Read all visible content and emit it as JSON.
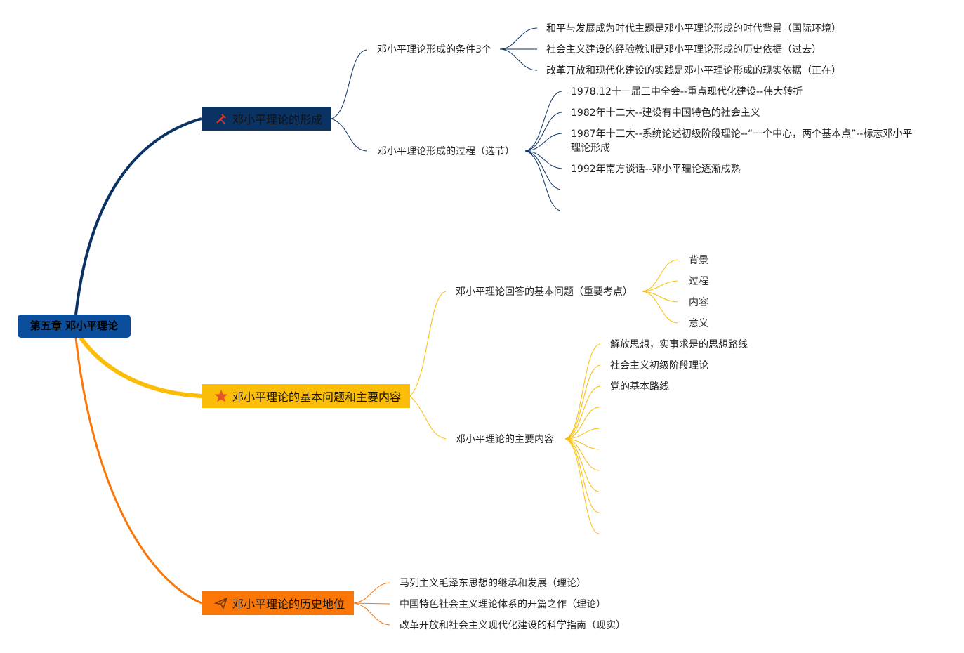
{
  "root": {
    "label": "第五章 邓小平理论"
  },
  "branches": [
    {
      "label": "邓小平理论的形成",
      "icon": "tools-icon",
      "color": "#0a3263",
      "children": [
        {
          "label": "邓小平理论形成的条件3个",
          "children": [
            "和平与发展成为时代主题是邓小平理论形成的时代背景（国际环境）",
            "社会主义建设的经验教训是邓小平理论形成的历史依据（过去）",
            "改革开放和现代化建设的实践是邓小平理论形成的现实依据（正在）"
          ]
        },
        {
          "label": "邓小平理论形成的过程（选节）",
          "children": [
            "1978.12十一届三中全会--重点现代化建设--伟大转折",
            "1982年十二大--建设有中国特色的社会主义",
            "1987年十三大--系统论述初级阶段理论--“一个中心，两个基本点”--标志邓小平理论形成",
            "1992年南方谈话--邓小平理论逐渐成熟"
          ]
        }
      ]
    },
    {
      "label": "邓小平理论的基本问题和主要内容",
      "icon": "star-icon",
      "color": "#fbbd08",
      "children": [
        {
          "label": "邓小平理论回答的基本问题（重要考点）",
          "children": [
            "背景",
            "过程",
            "内容",
            "意义"
          ]
        },
        {
          "label": "邓小平理论的主要内容",
          "children": [
            "解放思想，实事求是的思想路线",
            "社会主义初级阶段理论",
            "党的基本路线"
          ]
        }
      ]
    },
    {
      "label": "邓小平理论的历史地位",
      "icon": "paper-plane-icon",
      "color": "#f97607",
      "children": [
        "马列主义毛泽东思想的继承和发展（理论）",
        "中国特色社会主义理论体系的开篇之作（理论）",
        "改革开放和社会主义现代化建设的科学指南（现实）"
      ]
    }
  ]
}
